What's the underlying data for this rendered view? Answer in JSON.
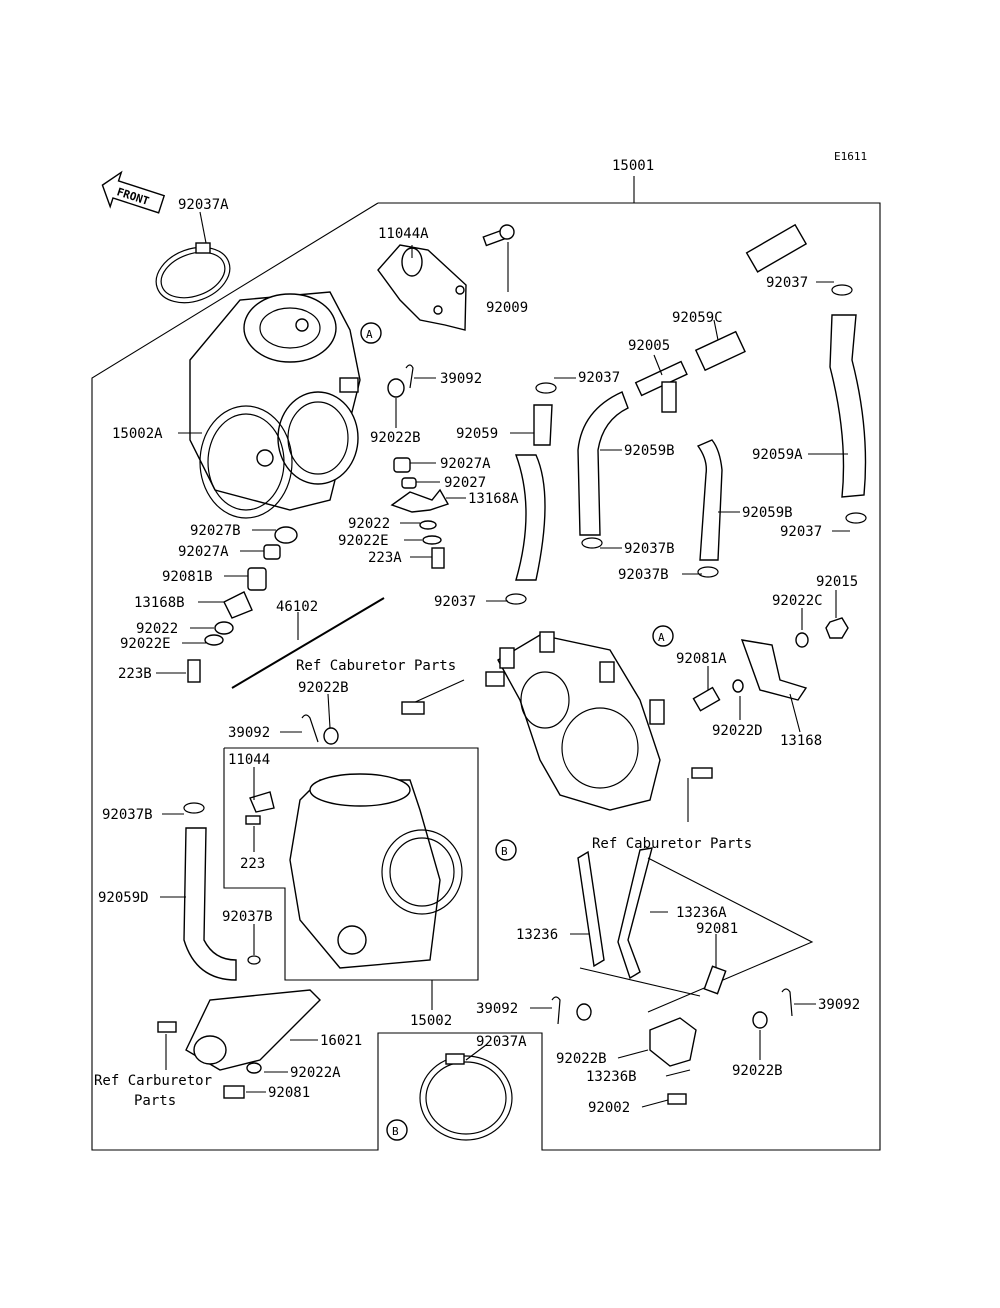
{
  "diagram_id": "E1611",
  "assembly_number": "15001",
  "front_label": "FRONT",
  "callouts": {
    "a": "A",
    "b": "B"
  },
  "ref_labels": {
    "ref_cab_1": "Ref Caburetor Parts",
    "ref_cab_2": "Ref Caburetor Parts",
    "ref_carb_line1": "Ref Carburetor",
    "ref_carb_line2": "Parts"
  },
  "labels": {
    "p92037A_top": "92037A",
    "p11044A": "11044A",
    "p92009": "92009",
    "p39092_top": "39092",
    "p92022B_top": "92022B",
    "p15002A": "15002A",
    "p92027A_mid": "92027A",
    "p92027": "92027",
    "p13168A": "13168A",
    "p92022_mid": "92022",
    "p92022E_mid": "92022E",
    "p223A": "223A",
    "p92027B": "92027B",
    "p92027A_left": "92027A",
    "p92081B": "92081B",
    "p13168B": "13168B",
    "p92022_left": "92022",
    "p92022E_left": "92022E",
    "p223B": "223B",
    "p46102": "46102",
    "p92037_tr": "92037",
    "p92059C": "92059C",
    "p92005": "92005",
    "p92037_mid": "92037",
    "p92059": "92059",
    "p92059B_1": "92059B",
    "p92059A": "92059A",
    "p92059B_2": "92059B",
    "p92037_r2": "92037",
    "p92037B_1": "92037B",
    "p92037B_2": "92037B",
    "p92015": "92015",
    "p92022C": "92022C",
    "p92037_left": "92037",
    "p92081A": "92081A",
    "p92022D": "92022D",
    "p13168": "13168",
    "p92022B_mid": "92022B",
    "p39092_mid": "39092",
    "p11044": "11044",
    "p223": "223",
    "p92037B_left": "92037B",
    "p92059D": "92059D",
    "p92037B_inner": "92037B",
    "p13236": "13236",
    "p13236A": "13236A",
    "p92081_r": "92081",
    "p15002": "15002",
    "p39092_bl": "39092",
    "p39092_br": "39092",
    "p92022B_bl": "92022B",
    "p92022B_br": "92022B",
    "p13236B": "13236B",
    "p92002": "92002",
    "p16021": "16021",
    "p92022A": "92022A",
    "p92081_bl": "92081",
    "p92037A_bot": "92037A"
  }
}
